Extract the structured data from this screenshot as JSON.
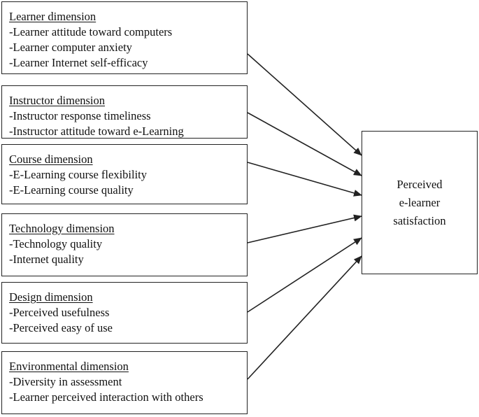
{
  "dimensions": [
    {
      "title": "Learner dimension",
      "items": [
        "-Learner attitude toward computers",
        "-Learner computer anxiety",
        "-Learner Internet self-efficacy"
      ]
    },
    {
      "title": "Instructor dimension",
      "items": [
        "-Instructor response timeliness",
        "-Instructor attitude toward e-Learning"
      ]
    },
    {
      "title": "Course dimension",
      "items": [
        "-E-Learning course flexibility",
        "-E-Learning course quality"
      ]
    },
    {
      "title": "Technology dimension",
      "items": [
        "-Technology quality",
        "-Internet quality"
      ]
    },
    {
      "title": "Design dimension",
      "items": [
        "-Perceived usefulness",
        "-Perceived easy of use"
      ]
    },
    {
      "title": "Environmental dimension",
      "items": [
        "-Diversity in assessment",
        "-Learner perceived interaction with others"
      ]
    }
  ],
  "outcome": {
    "lines": [
      "Perceived",
      "e-learner",
      "satisfaction"
    ]
  }
}
